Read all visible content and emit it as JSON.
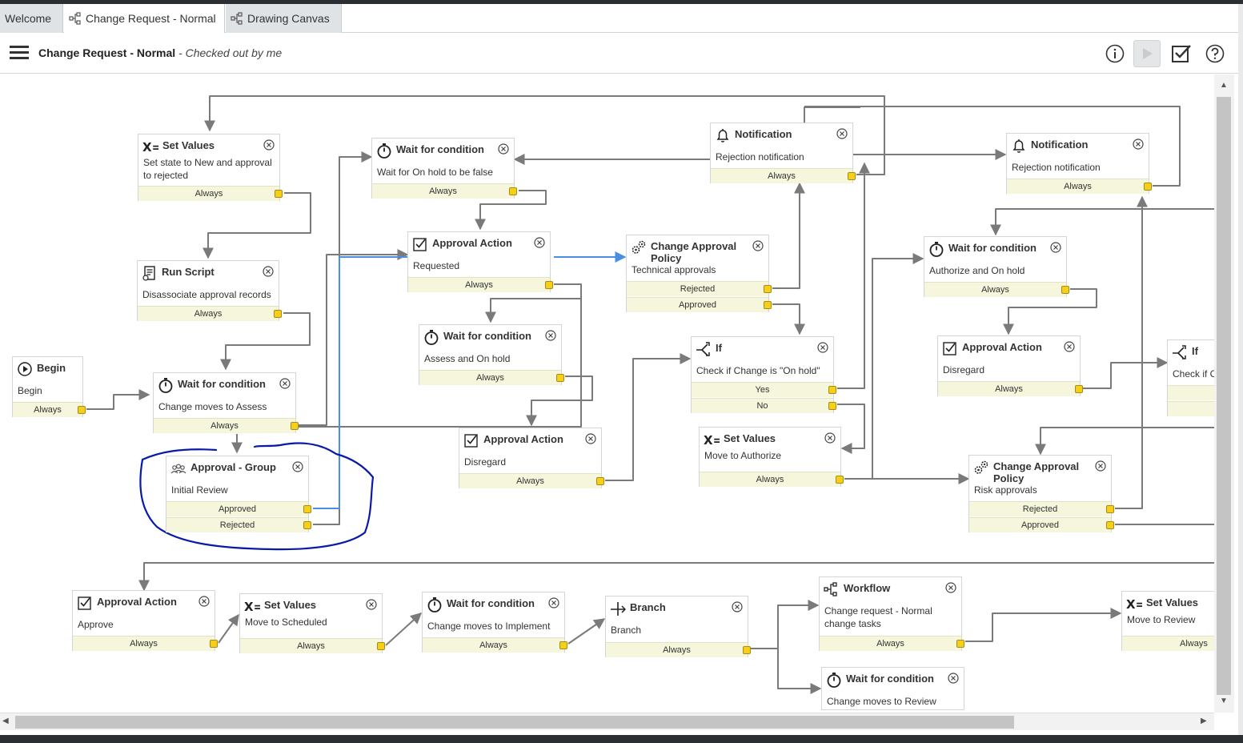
{
  "tabs": [
    {
      "label": "Welcome",
      "icon": "none"
    },
    {
      "label": "Change Request - Normal",
      "icon": "workflow-icon"
    },
    {
      "label": "Drawing Canvas",
      "icon": "workflow-icon"
    }
  ],
  "header": {
    "title": "Change Request - Normal",
    "status": " - Checked out by me",
    "buttons": [
      "info-icon",
      "play-icon",
      "checkmark-icon",
      "help-icon"
    ]
  },
  "activities": {
    "set_values_rejected": {
      "title": "Set Values",
      "desc": [
        "Set state to New and approval",
        "to rejected"
      ],
      "conds": [
        "Always"
      ]
    },
    "wait_onhold_false": {
      "title": "Wait for condition",
      "desc": [
        "Wait for On hold to be false"
      ],
      "conds": [
        "Always"
      ]
    },
    "notification_1": {
      "title": "Notification",
      "desc": [
        "Rejection notification"
      ],
      "conds": [
        "Always"
      ]
    },
    "notification_2": {
      "title": "Notification",
      "desc": [
        "Rejection notification"
      ],
      "conds": [
        "Always"
      ]
    },
    "run_script": {
      "title": "Run Script",
      "desc": [
        "Disassociate approval records"
      ],
      "conds": [
        "Always"
      ]
    },
    "approval_requested": {
      "title": "Approval Action",
      "desc": [
        "Requested"
      ],
      "conds": [
        "Always"
      ]
    },
    "cap_technical": {
      "title": "Change Approval Policy",
      "desc": [
        "Technical approvals"
      ],
      "conds": [
        "Rejected",
        "Approved"
      ]
    },
    "wait_authorize": {
      "title": "Wait for condition",
      "desc": [
        "Authorize and On hold"
      ],
      "conds": [
        "Always"
      ]
    },
    "wait_assess_onhold": {
      "title": "Wait for condition",
      "desc": [
        "Assess and On hold"
      ],
      "conds": [
        "Always"
      ]
    },
    "if_onhold": {
      "title": "If",
      "desc": [
        "Check if Change is \"On hold\""
      ],
      "conds": [
        "Yes",
        "No"
      ]
    },
    "approval_disregard_right": {
      "title": "Approval Action",
      "desc": [
        "Disregard"
      ],
      "conds": [
        "Always"
      ]
    },
    "if_partial": {
      "title": "If",
      "desc": [
        "Check if C"
      ],
      "conds": [
        "",
        ""
      ]
    },
    "begin": {
      "title": "Begin",
      "desc": [
        "Begin"
      ],
      "conds": [
        "Always"
      ]
    },
    "wait_assess": {
      "title": "Wait for condition",
      "desc": [
        "Change moves to Assess"
      ],
      "conds": [
        "Always"
      ]
    },
    "approval_disregard_mid": {
      "title": "Approval Action",
      "desc": [
        "Disregard"
      ],
      "conds": [
        "Always"
      ]
    },
    "set_values_authorize": {
      "title": "Set Values",
      "desc": [
        "Move to Authorize"
      ],
      "conds": [
        "Always"
      ]
    },
    "cap_risk": {
      "title": "Change Approval Policy",
      "desc": [
        "Risk approvals"
      ],
      "conds": [
        "Rejected",
        "Approved"
      ]
    },
    "approval_group": {
      "title": "Approval - Group",
      "desc": [
        "Initial Review"
      ],
      "conds": [
        "Approved",
        "Rejected"
      ]
    },
    "approval_approve": {
      "title": "Approval Action",
      "desc": [
        "Approve"
      ],
      "conds": [
        "Always"
      ]
    },
    "set_values_scheduled": {
      "title": "Set Values",
      "desc": [
        "Move to Scheduled"
      ],
      "conds": [
        "Always"
      ]
    },
    "wait_implement": {
      "title": "Wait for condition",
      "desc": [
        "Change moves to Implement"
      ],
      "conds": [
        "Always"
      ]
    },
    "branch": {
      "title": "Branch",
      "desc": [
        "Branch"
      ],
      "conds": [
        "Always"
      ]
    },
    "workflow_tasks": {
      "title": "Workflow",
      "desc": [
        "Change request - Normal",
        "change tasks"
      ],
      "conds": [
        "Always"
      ]
    },
    "set_values_review": {
      "title": "Set Values",
      "desc": [
        "Move to Review"
      ],
      "conds": [
        "Always"
      ]
    },
    "wait_review": {
      "title": "Wait for condition",
      "desc": [
        "Change moves to Review"
      ],
      "conds": []
    }
  },
  "colors": {
    "wire": "#7a7a7a",
    "wire_selected": "#4a90e2",
    "annotation": "#0a1aa8",
    "port": "#f5cf1a",
    "condition_band": "#f6f6dc"
  }
}
